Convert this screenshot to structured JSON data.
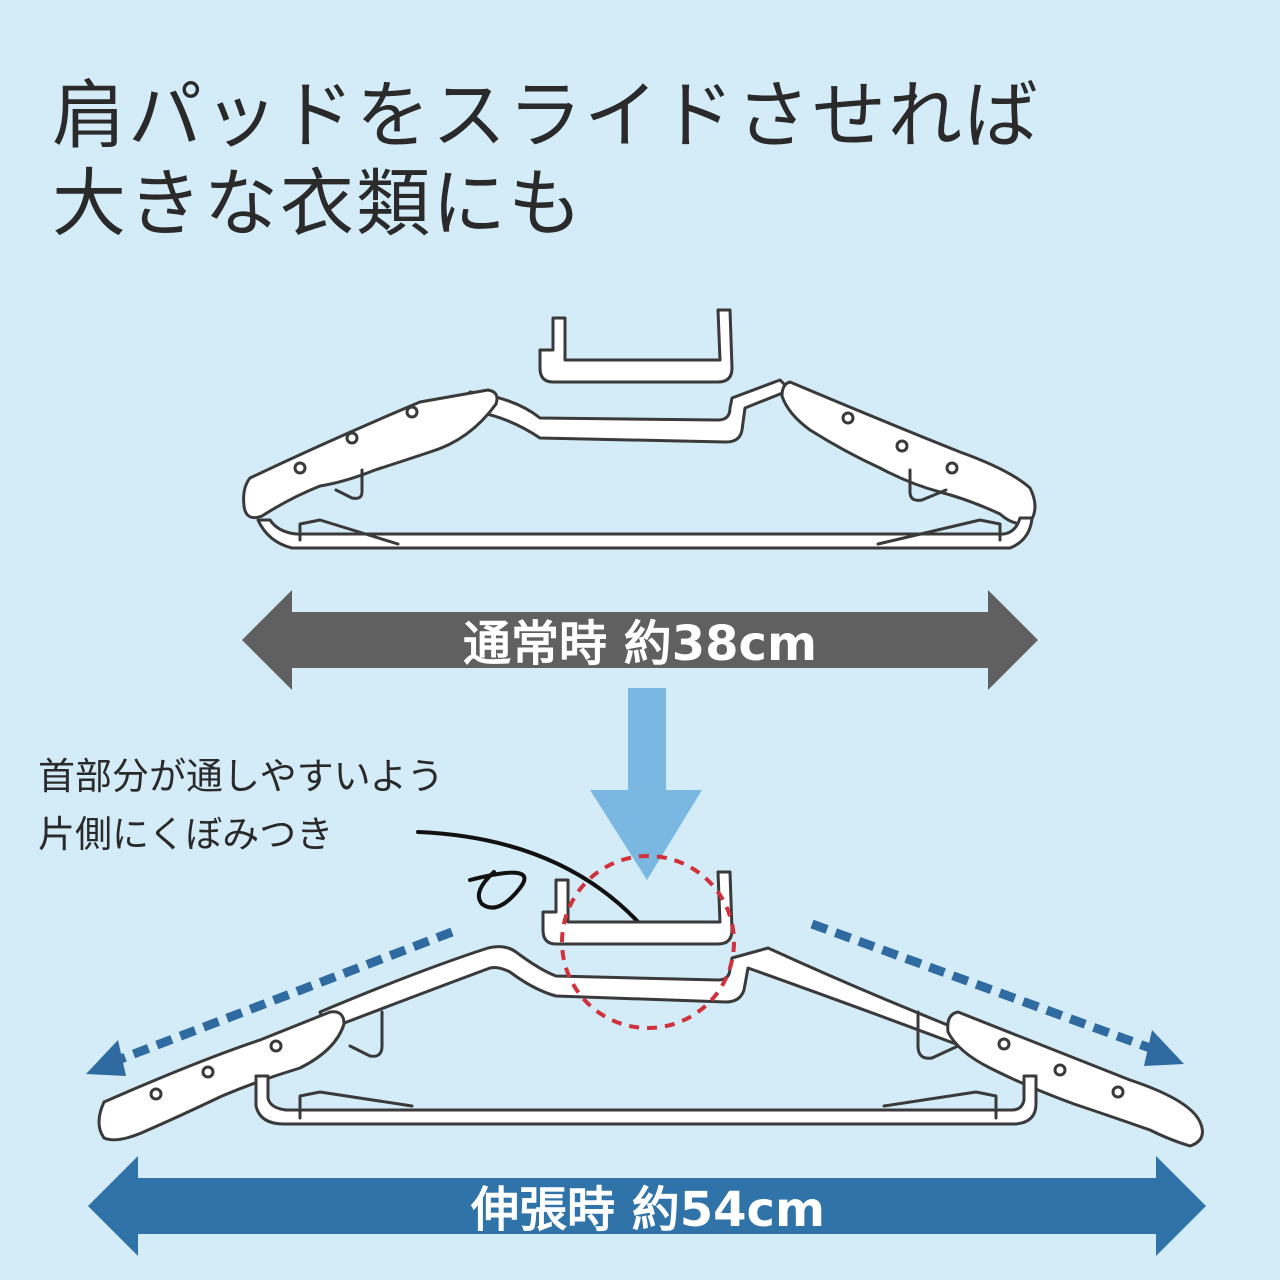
{
  "headline": {
    "line1": "肩パッドをスライドさせれば",
    "line2": "大きな衣類にも"
  },
  "normal": {
    "label": "通常時 約38cm",
    "arrow_color": "#606060"
  },
  "expanded": {
    "label": "伸張時 約54cm",
    "arrow_color": "#2f73a8"
  },
  "callout": {
    "line1": "首部分が通しやすいよう",
    "line2": "片側にくぼみつき",
    "circle_color": "#d0313a"
  },
  "colors": {
    "background": "#d4ecf8",
    "down_arrow": "#7ab8e2",
    "slide_arrows": "#2f6aa0",
    "hanger_stroke": "#3a3a3a",
    "hanger_fill": "#ffffff"
  }
}
